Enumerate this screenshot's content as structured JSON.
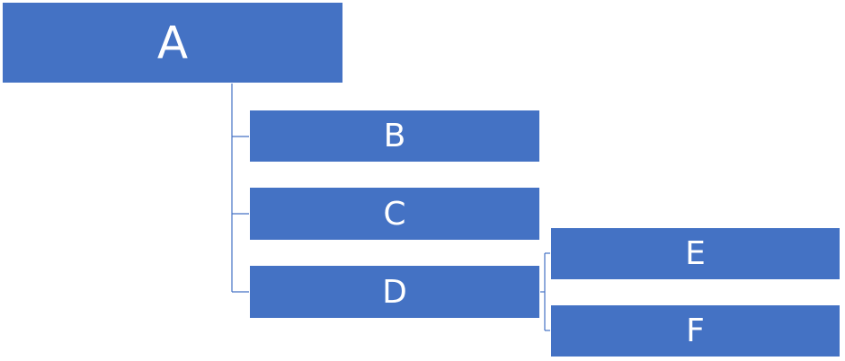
{
  "diagram": {
    "nodes": {
      "a": "A",
      "b": "B",
      "c": "C",
      "d": "D",
      "e": "E",
      "f": "F"
    },
    "colors": {
      "node_fill": "#4472C4",
      "node_text": "#ffffff",
      "connector": "#4472C4"
    }
  }
}
